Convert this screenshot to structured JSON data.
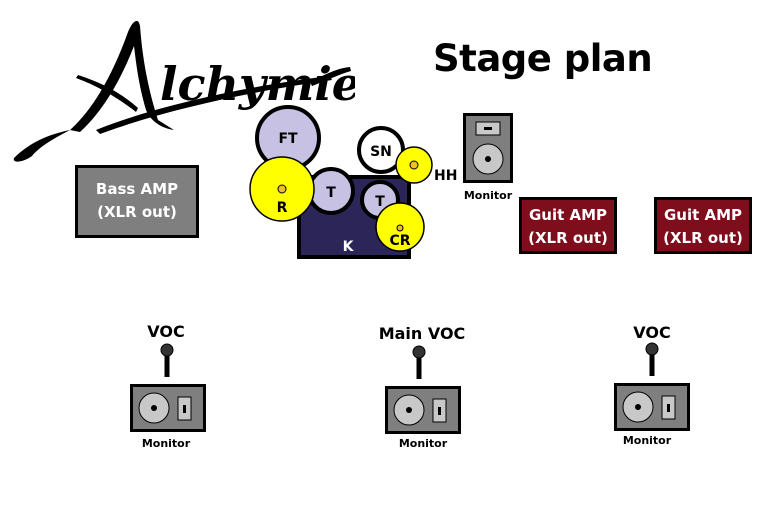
{
  "header": {
    "logo_text": "Alchymie",
    "title": "Stage plan"
  },
  "colors": {
    "background": "#ffffff",
    "bass_amp": "#7f7f7f",
    "guitar_amp": "#7f0e1c",
    "drum_riser": "#2b2558",
    "tom": "#c7c2e3",
    "cymbal": "#ffff00",
    "cymbal_center": "#f0c020",
    "monitor_body": "#7f7f7f",
    "monitor_cone": "#c8c8c8",
    "outline": "#000000"
  },
  "amps": {
    "bass": {
      "line1": "Bass AMP",
      "line2": "(XLR out)"
    },
    "guitar_left": {
      "line1": "Guit AMP",
      "line2": "(XLR out)"
    },
    "guitar_right": {
      "line1": "Guit AMP",
      "line2": "(XLR out)"
    }
  },
  "drums": {
    "floor_tom": "FT",
    "ride": "R",
    "tom_1": "T",
    "tom_2": "T",
    "snare": "SN",
    "hihat": "HH",
    "crash": "CR",
    "kick": "K"
  },
  "monitors": {
    "drum_monitor": "Monitor",
    "left_monitor": "Monitor",
    "center_monitor": "Monitor",
    "right_monitor": "Monitor"
  },
  "vocals": {
    "left": "VOC",
    "center": "Main VOC",
    "right": "VOC"
  }
}
